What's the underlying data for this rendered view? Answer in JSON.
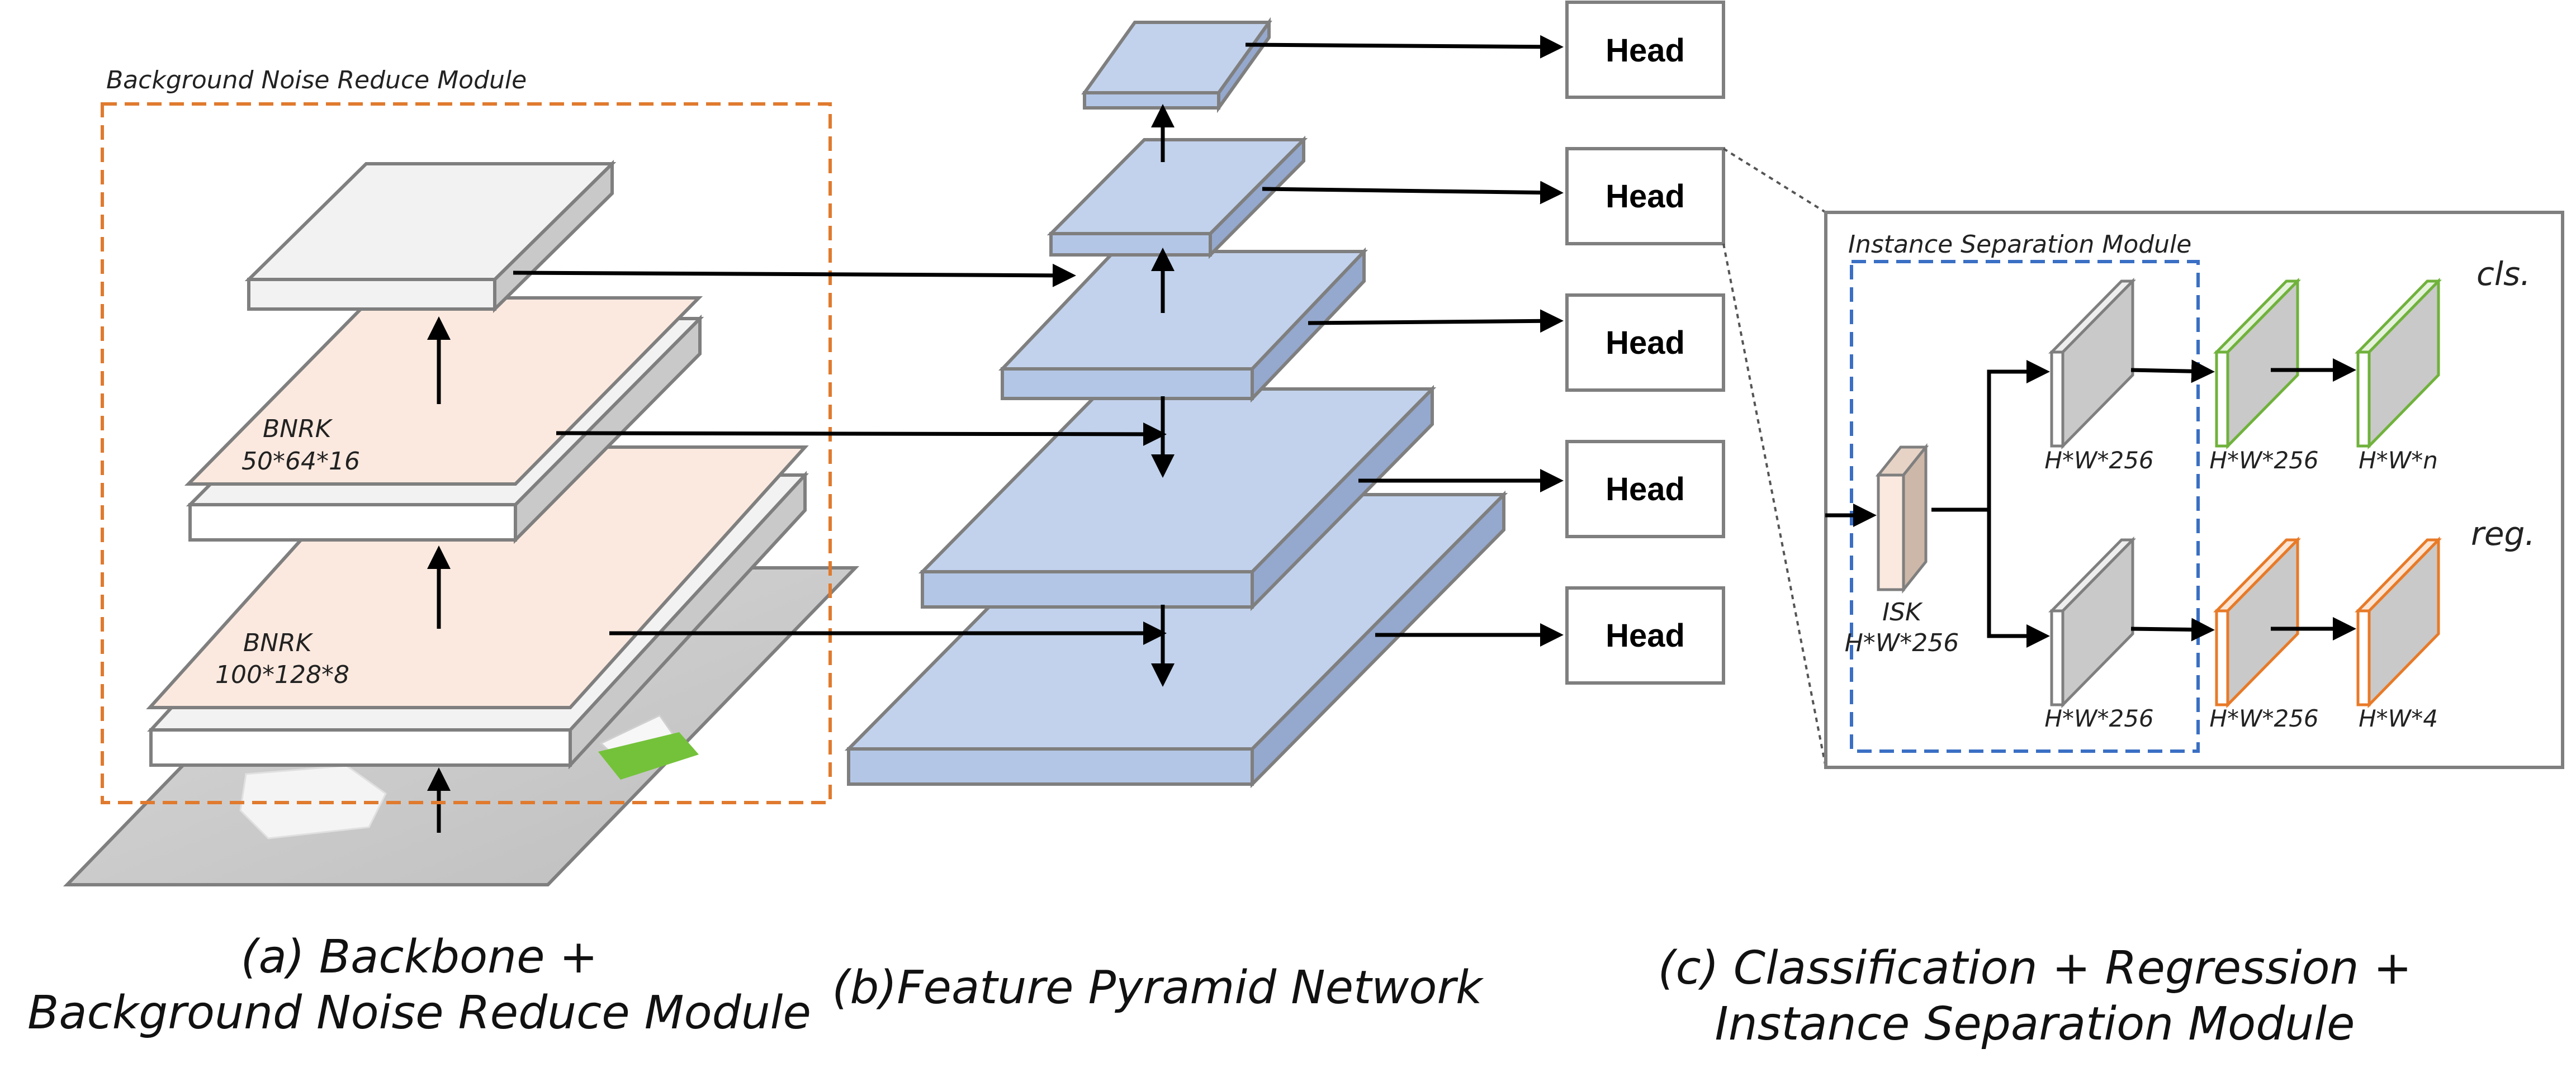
{
  "module_titles": {
    "bnr": "Background Noise Reduce Module",
    "ism": "Instance Separation Module"
  },
  "bnrk_upper": {
    "name": "BNRK",
    "dims": "50*64*16"
  },
  "bnrk_lower": {
    "name": "BNRK",
    "dims": "100*128*8"
  },
  "head_label": "Head",
  "ism": {
    "isk_name": "ISK",
    "isk_dims": "H*W*256",
    "cls_label": "cls.",
    "reg_label": "reg.",
    "cls_dims": [
      "H*W*256",
      "H*W*256",
      "H*W*n"
    ],
    "reg_dims": [
      "H*W*256",
      "H*W*256",
      "H*W*4"
    ]
  },
  "captions": {
    "a_line1": "(a) Backbone +",
    "a_line2": "Background Noise Reduce Module",
    "b": "(b)Feature Pyramid Network",
    "c_line1": "(c) Classification + Regression +",
    "c_line2": "Instance Separation Module"
  },
  "colors": {
    "bnr_border": "#E07A2E",
    "ism_border": "#3A6FC4",
    "fpn_fill": "#C2D2EC",
    "bnrk_fill": "#FBE9DF",
    "isk_fill": "#CDB7A8",
    "cls_border": "#70B23C",
    "reg_border": "#E87A28"
  }
}
